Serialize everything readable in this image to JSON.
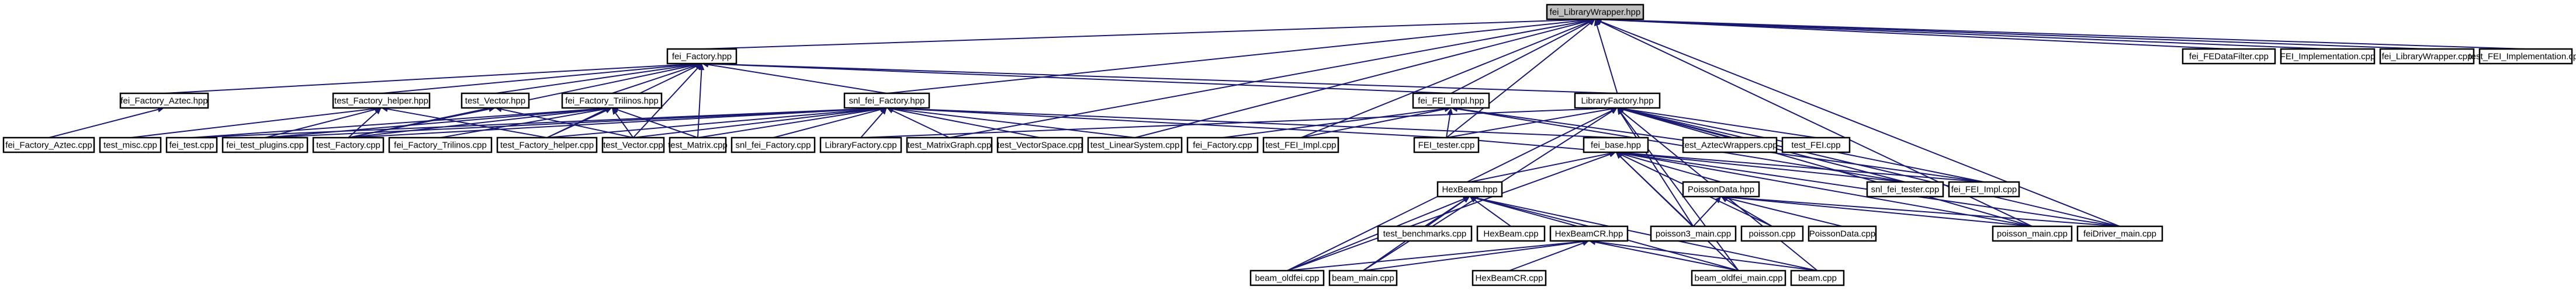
{
  "diagram": {
    "type": "include-dependency-graph",
    "root": "fei_LibraryWrapper.hpp",
    "nodes": [
      {
        "id": "n0",
        "label": "fei_LibraryWrapper.hpp",
        "role": "root"
      },
      {
        "id": "n1",
        "label": "fei_Factory.hpp"
      },
      {
        "id": "n2",
        "label": "fei_FEDataFilter.cpp"
      },
      {
        "id": "n3",
        "label": "FEI_Implementation.cpp"
      },
      {
        "id": "n4",
        "label": "fei_LibraryWrapper.cpp"
      },
      {
        "id": "n5",
        "label": "test_FEI_Implementation.cpp"
      },
      {
        "id": "n6",
        "label": "fei_Factory_Aztec.hpp"
      },
      {
        "id": "n7",
        "label": "test_Factory_helper.hpp"
      },
      {
        "id": "n8",
        "label": "test_Vector.hpp"
      },
      {
        "id": "n9",
        "label": "fei_Factory_Trilinos.hpp"
      },
      {
        "id": "n10",
        "label": "snl_fei_Factory.hpp"
      },
      {
        "id": "n11",
        "label": "fei_FEI_Impl.hpp"
      },
      {
        "id": "n12",
        "label": "LibraryFactory.hpp"
      },
      {
        "id": "n13",
        "label": "fei_Factory_Aztec.cpp"
      },
      {
        "id": "n14",
        "label": "test_misc.cpp"
      },
      {
        "id": "n15",
        "label": "fei_test.cpp"
      },
      {
        "id": "n16",
        "label": "fei_test_plugins.cpp"
      },
      {
        "id": "n17",
        "label": "test_Factory.cpp"
      },
      {
        "id": "n18",
        "label": "fei_Factory_Trilinos.cpp"
      },
      {
        "id": "n19",
        "label": "test_Factory_helper.cpp"
      },
      {
        "id": "n20",
        "label": "test_Vector.cpp"
      },
      {
        "id": "n21",
        "label": "test_Matrix.cpp"
      },
      {
        "id": "n22",
        "label": "snl_fei_Factory.cpp"
      },
      {
        "id": "n23",
        "label": "LibraryFactory.cpp"
      },
      {
        "id": "n24",
        "label": "test_MatrixGraph.cpp"
      },
      {
        "id": "n25",
        "label": "test_VectorSpace.cpp"
      },
      {
        "id": "n26",
        "label": "test_LinearSystem.cpp"
      },
      {
        "id": "n27",
        "label": "fei_Factory.cpp"
      },
      {
        "id": "n28",
        "label": "test_FEI_Impl.cpp"
      },
      {
        "id": "n29",
        "label": "FEI_tester.cpp"
      },
      {
        "id": "n30",
        "label": "fei_base.hpp"
      },
      {
        "id": "n31",
        "label": "test_AztecWrappers.cpp"
      },
      {
        "id": "n32",
        "label": "test_FEI.cpp"
      },
      {
        "id": "n33",
        "label": "snl_fei_tester.cpp"
      },
      {
        "id": "n34",
        "label": "fei_FEI_Impl.cpp"
      },
      {
        "id": "n35",
        "label": "PoissonData.hpp"
      },
      {
        "id": "n36",
        "label": "HexBeam.hpp"
      },
      {
        "id": "n37",
        "label": "poisson3_main.cpp"
      },
      {
        "id": "n38",
        "label": "poisson.cpp"
      },
      {
        "id": "n39",
        "label": "PoissonData.cpp"
      },
      {
        "id": "n40",
        "label": "poisson_main.cpp"
      },
      {
        "id": "n41",
        "label": "feiDriver_main.cpp"
      },
      {
        "id": "n42",
        "label": "test_benchmarks.cpp"
      },
      {
        "id": "n43",
        "label": "HexBeam.cpp"
      },
      {
        "id": "n44",
        "label": "HexBeamCR.hpp"
      },
      {
        "id": "n45",
        "label": "beam_oldfei.cpp"
      },
      {
        "id": "n46",
        "label": "beam_main.cpp"
      },
      {
        "id": "n47",
        "label": "HexBeamCR.cpp"
      },
      {
        "id": "n48",
        "label": "beam_oldfei_main.cpp"
      },
      {
        "id": "n49",
        "label": "beam.cpp"
      }
    ],
    "edges": [
      [
        "n1",
        "n0"
      ],
      [
        "n2",
        "n0"
      ],
      [
        "n3",
        "n0"
      ],
      [
        "n4",
        "n0"
      ],
      [
        "n5",
        "n0"
      ],
      [
        "n10",
        "n0"
      ],
      [
        "n11",
        "n0"
      ],
      [
        "n12",
        "n0"
      ],
      [
        "n28",
        "n0"
      ],
      [
        "n29",
        "n0"
      ],
      [
        "n24",
        "n0"
      ],
      [
        "n26",
        "n0"
      ],
      [
        "n40",
        "n0"
      ],
      [
        "n41",
        "n0"
      ],
      [
        "n6",
        "n1"
      ],
      [
        "n7",
        "n1"
      ],
      [
        "n8",
        "n1"
      ],
      [
        "n9",
        "n1"
      ],
      [
        "n10",
        "n1"
      ],
      [
        "n11",
        "n1"
      ],
      [
        "n12",
        "n1"
      ],
      [
        "n17",
        "n1"
      ],
      [
        "n20",
        "n1"
      ],
      [
        "n21",
        "n1"
      ],
      [
        "n19",
        "n1"
      ],
      [
        "n13",
        "n6"
      ],
      [
        "n14",
        "n7"
      ],
      [
        "n16",
        "n7"
      ],
      [
        "n17",
        "n7"
      ],
      [
        "n19",
        "n7"
      ],
      [
        "n20",
        "n8"
      ],
      [
        "n17",
        "n8"
      ],
      [
        "n15",
        "n9"
      ],
      [
        "n16",
        "n9"
      ],
      [
        "n17",
        "n9"
      ],
      [
        "n18",
        "n9"
      ],
      [
        "n19",
        "n9"
      ],
      [
        "n20",
        "n9"
      ],
      [
        "n21",
        "n9"
      ],
      [
        "n15",
        "n10"
      ],
      [
        "n16",
        "n10"
      ],
      [
        "n17",
        "n10"
      ],
      [
        "n19",
        "n10"
      ],
      [
        "n20",
        "n10"
      ],
      [
        "n21",
        "n10"
      ],
      [
        "n22",
        "n10"
      ],
      [
        "n23",
        "n10"
      ],
      [
        "n24",
        "n10"
      ],
      [
        "n25",
        "n10"
      ],
      [
        "n26",
        "n10"
      ],
      [
        "n29",
        "n10"
      ],
      [
        "n30",
        "n10"
      ],
      [
        "n27",
        "n11"
      ],
      [
        "n28",
        "n11"
      ],
      [
        "n29",
        "n11"
      ],
      [
        "n34",
        "n11"
      ],
      [
        "n33",
        "n11"
      ],
      [
        "n23",
        "n12"
      ],
      [
        "n29",
        "n12"
      ],
      [
        "n31",
        "n12"
      ],
      [
        "n32",
        "n12"
      ],
      [
        "n33",
        "n12"
      ],
      [
        "n34",
        "n12"
      ],
      [
        "n37",
        "n12"
      ],
      [
        "n40",
        "n12"
      ],
      [
        "n41",
        "n12"
      ],
      [
        "n45",
        "n12"
      ],
      [
        "n46",
        "n12"
      ],
      [
        "n48",
        "n12"
      ],
      [
        "n49",
        "n12"
      ],
      [
        "n29",
        "n30"
      ],
      [
        "n33",
        "n30"
      ],
      [
        "n34",
        "n30"
      ],
      [
        "n35",
        "n30"
      ],
      [
        "n36",
        "n30"
      ],
      [
        "n37",
        "n30"
      ],
      [
        "n38",
        "n30"
      ],
      [
        "n40",
        "n30"
      ],
      [
        "n41",
        "n30"
      ],
      [
        "n45",
        "n30"
      ],
      [
        "n48",
        "n30"
      ],
      [
        "n37",
        "n35"
      ],
      [
        "n38",
        "n35"
      ],
      [
        "n39",
        "n35"
      ],
      [
        "n40",
        "n35"
      ],
      [
        "n41",
        "n35"
      ],
      [
        "n42",
        "n36"
      ],
      [
        "n43",
        "n36"
      ],
      [
        "n44",
        "n36"
      ],
      [
        "n45",
        "n36"
      ],
      [
        "n46",
        "n36"
      ],
      [
        "n48",
        "n36"
      ],
      [
        "n49",
        "n36"
      ],
      [
        "n45",
        "n44"
      ],
      [
        "n46",
        "n44"
      ],
      [
        "n47",
        "n44"
      ],
      [
        "n48",
        "n44"
      ],
      [
        "n49",
        "n44"
      ]
    ]
  }
}
